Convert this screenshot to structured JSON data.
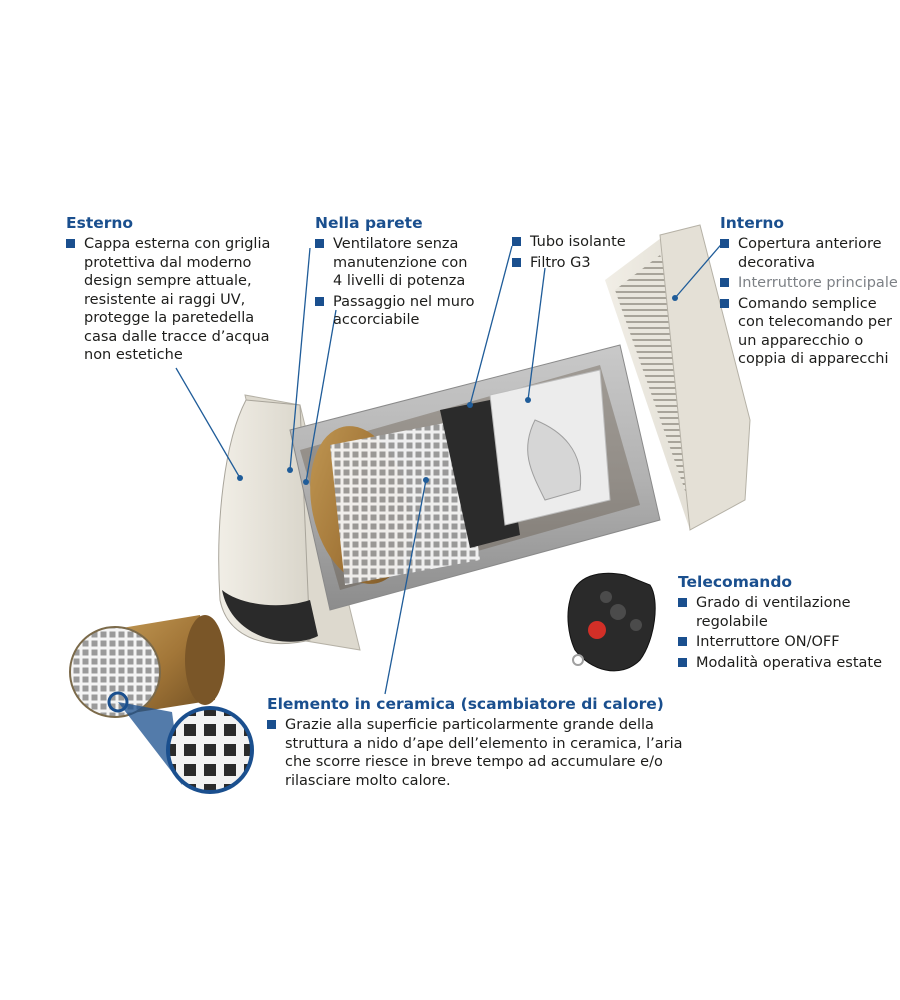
{
  "sections": {
    "esterno": {
      "title": "Esterno",
      "lines": [
        "Cappa esterna con griglia",
        "protettiva dal moderno",
        "design sempre attuale,",
        "resistente ai raggi UV,",
        "protegge la paretedella",
        "casa dalle tracce d’acqua",
        "non estetiche"
      ]
    },
    "parete": {
      "title": "Nella parete",
      "items": [
        [
          "Ventilatore senza",
          "manutenzione con",
          "4 livelli di potenza"
        ],
        [
          "Passaggio nel muro",
          "accorciabile"
        ]
      ]
    },
    "tubo": {
      "items": [
        "Tubo isolante",
        "Filtro G3"
      ]
    },
    "interno": {
      "title": "Interno",
      "items": [
        [
          "Copertura anteriore",
          "decorativa"
        ],
        [
          "Interruttore principale"
        ],
        [
          "Comando semplice",
          "con telecomando per",
          "un apparecchio o",
          "coppia di apparecchi"
        ]
      ]
    },
    "telecomando": {
      "title": "Telecomando",
      "items": [
        [
          "Grado di ventilazione",
          "regolabile"
        ],
        [
          "Interruttore ON/OFF"
        ],
        [
          "Modalità operativa estate"
        ]
      ]
    },
    "ceramica": {
      "title": "Elemento in ceramica (scambiatore di calore)",
      "lines": [
        "Grazie alla superficie particolarmente grande della",
        "struttura a nido d’ape dell’elemento in ceramica, l’aria",
        "che scorre riesce in breve tempo ad accumulare e/o",
        "rilasciare molto calore."
      ]
    }
  },
  "colors": {
    "accent": "#1a4f8e",
    "muted": "#7d8186",
    "leader": "#1f5c99"
  }
}
